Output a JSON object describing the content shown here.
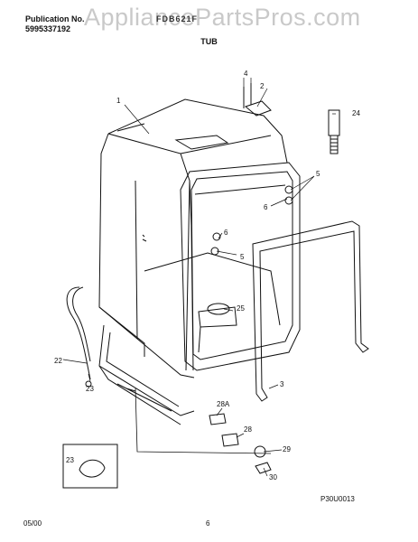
{
  "header": {
    "publication_label": "Publication No.",
    "publication_number": "5995337192",
    "model": "FDB621F"
  },
  "watermark": "AppliancePartsPros.com",
  "section_title": "TUB",
  "callouts": {
    "c1": "1",
    "c2": "2",
    "c3": "3",
    "c4": "4",
    "c5a": "5",
    "c5b": "5",
    "c6a": "6",
    "c6b": "6",
    "c22": "22",
    "c23a": "23",
    "c23b": "23",
    "c24": "24",
    "c25": "25",
    "c28": "28",
    "c28a": "28A",
    "c29": "29",
    "c30": "30"
  },
  "figure_id": "P30U0013",
  "footer": {
    "date": "05/00",
    "page": "6"
  }
}
